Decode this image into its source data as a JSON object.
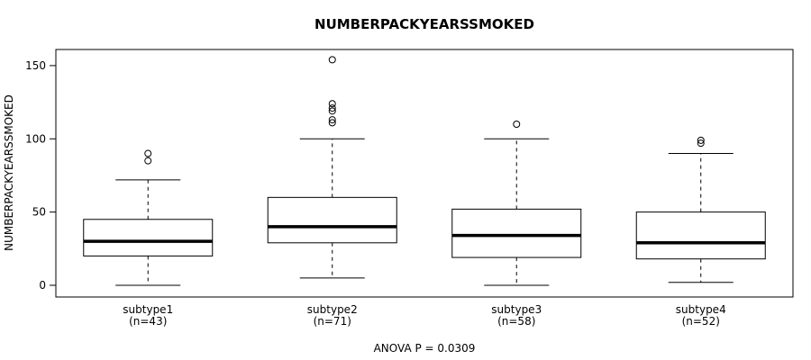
{
  "chart_data": {
    "type": "boxplot",
    "title": "NUMBERPACKYEARSSMOKED",
    "ylabel": "NUMBERPACKYEARSSMOKED",
    "xlabel": "",
    "annotation": "ANOVA P = 0.0309",
    "ylim": [
      -8,
      161
    ],
    "yticks": [
      0,
      50,
      100,
      150
    ],
    "grid": false,
    "ink_color": "#000000",
    "categories": [
      "subtype1",
      "subtype2",
      "subtype3",
      "subtype4"
    ],
    "series": [
      {
        "name": "subtype1",
        "sublabel": "(n=43)",
        "n": 43,
        "whisker_low": 0,
        "q1": 20,
        "median": 30,
        "q3": 45,
        "whisker_high": 72,
        "outliers": [
          85,
          90
        ]
      },
      {
        "name": "subtype2",
        "sublabel": "(n=71)",
        "n": 71,
        "whisker_low": 5,
        "q1": 29,
        "median": 40,
        "q3": 60,
        "whisker_high": 100,
        "outliers": [
          111,
          113,
          119,
          121,
          124,
          154
        ]
      },
      {
        "name": "subtype3",
        "sublabel": "(n=58)",
        "n": 58,
        "whisker_low": 0,
        "q1": 19,
        "median": 34,
        "q3": 52,
        "whisker_high": 100,
        "outliers": [
          110
        ]
      },
      {
        "name": "subtype4",
        "sublabel": "(n=52)",
        "n": 52,
        "whisker_low": 2,
        "q1": 18,
        "median": 29,
        "q3": 50,
        "whisker_high": 90,
        "outliers": [
          97,
          99
        ]
      }
    ]
  }
}
